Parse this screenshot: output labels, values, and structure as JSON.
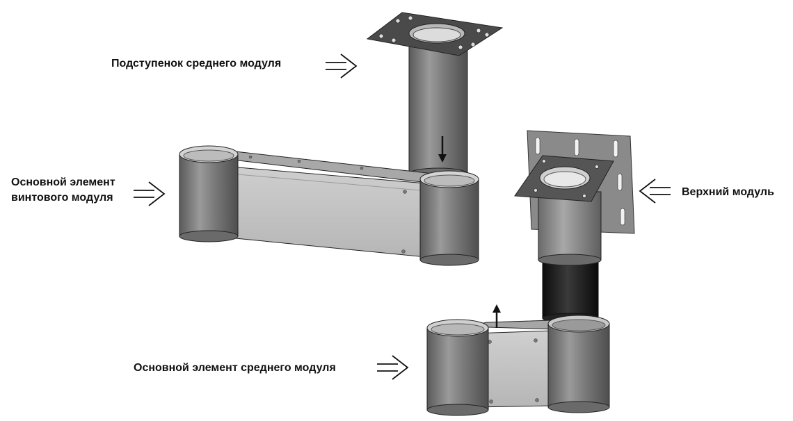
{
  "labels": {
    "riser": "Подступенок среднего модуля",
    "screw_line1": "Основной элемент",
    "screw_line2": "винтового модуля",
    "upper": "Верхний модуль",
    "middle": "Основной элемент среднего модуля"
  },
  "colors": {
    "metal_dark": "#5a5a5a",
    "metal_mid": "#8c8c8c",
    "metal_light": "#c4c4c4",
    "plate_dark": "#3f3f3f",
    "black_tube": "#151515",
    "outline": "#222222"
  }
}
